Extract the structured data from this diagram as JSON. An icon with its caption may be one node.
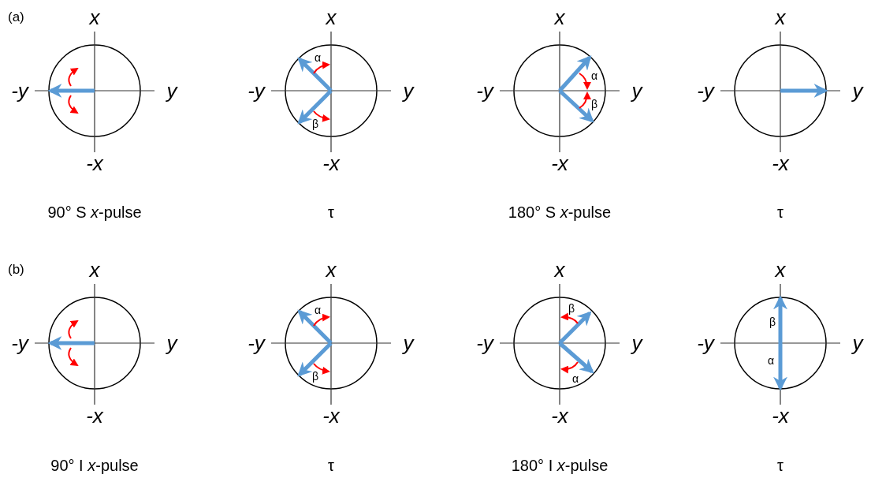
{
  "diagram": {
    "nodes": [
      {
        "text": [
          "x",
          "-y",
          "y",
          "-x"
        ],
        "beside": [
          "90° S *x*-pulse"
        ]
      },
      {
        "text": [
          "x",
          "-y",
          "y",
          "-x",
          "α",
          "β"
        ],
        "beside": [
          "τ"
        ]
      },
      {
        "text": [
          "x",
          "-y",
          "y",
          "-x",
          "α",
          "β"
        ],
        "beside": [
          "180° S *x*-pulse"
        ]
      },
      {
        "text": [
          "x",
          "-y",
          "y",
          "-x"
        ],
        "beside": [
          "τ"
        ]
      },
      {
        "text": [
          "x",
          "-y",
          "y",
          "-x"
        ],
        "beside": [
          "90° I *x*-pulse"
        ]
      },
      {
        "text": [
          "x",
          "-y",
          "y",
          "-x",
          "α",
          "β"
        ],
        "beside": [
          "τ"
        ]
      },
      {
        "text": [
          "x",
          "-y",
          "y",
          "-x",
          "β",
          "α"
        ],
        "beside": [
          "180° I *x*-pulse"
        ]
      },
      {
        "text": [
          "x",
          "-y",
          "y",
          "-x",
          "β",
          "α"
        ],
        "beside": [
          "τ"
        ]
      }
    ],
    "labels": [
      "(a)",
      "(b)"
    ]
  }
}
